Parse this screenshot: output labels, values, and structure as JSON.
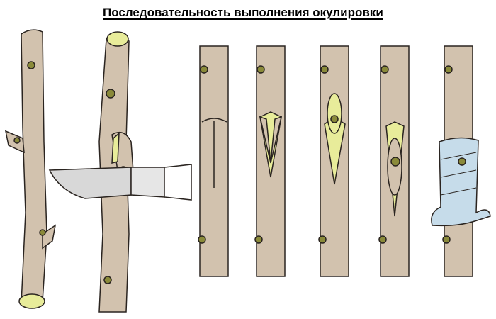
{
  "title": "Последовательность выполнения окулировки",
  "colors": {
    "bark": "#d2c2ae",
    "outline": "#2a2420",
    "cut": "#e8ec9a",
    "bud": "#8a8a3a",
    "wrap": "#c6dcea",
    "blade": "#d8d8d8"
  },
  "steps": [
    "scion-stem-with-buds",
    "cutting-bud-with-knife",
    "t-cut-on-rootstock",
    "opened-bark-flaps",
    "inserting-bud-shield",
    "bud-inserted",
    "wrapped-graft"
  ]
}
